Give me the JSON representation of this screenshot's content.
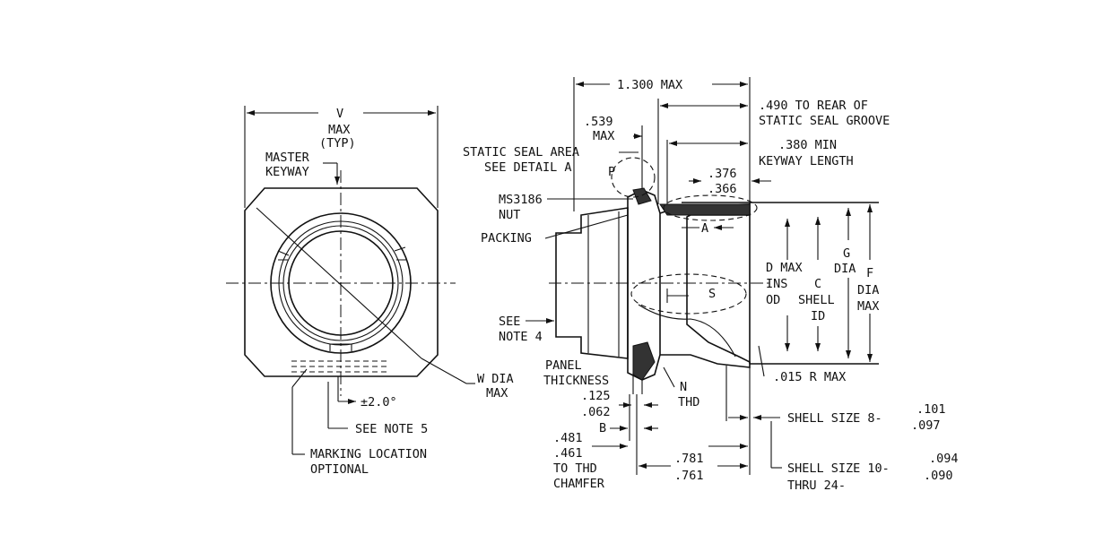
{
  "front_view": {
    "v_label": "V",
    "max_label": "MAX",
    "typ_label": "(TYP)",
    "master_label": "MASTER",
    "keyway_label": "KEYWAY",
    "w_dia_label": "W DIA",
    "w_max_label": "MAX",
    "angle_label": "±2.0°",
    "see_note5_label": "SEE NOTE 5",
    "marking_label": "MARKING LOCATION",
    "optional_label": "OPTIONAL"
  },
  "side_view": {
    "dim_1300": "1.300 MAX",
    "dim_490_a": ".490 TO REAR OF",
    "dim_490_b": "STATIC SEAL GROOVE",
    "dim_539": ".539",
    "dim_539_max": "MAX",
    "static_seal_a": "STATIC SEAL AREA",
    "static_seal_b": "SEE DETAIL A",
    "p_label": "P",
    "dim_380_a": ".380 MIN",
    "dim_380_b": "KEYWAY LENGTH",
    "dim_376": ".376",
    "dim_366": ".366",
    "ms3186_a": "MS3186",
    "ms3186_b": "NUT",
    "packing": "PACKING",
    "a_label": "A",
    "d_max": "D MAX",
    "ins": "INS",
    "od": "OD",
    "c_label": "C",
    "shell": "SHELL",
    "id": "ID",
    "g_label": "G",
    "dia_g": "DIA",
    "f_label": "F",
    "dia_f": "DIA",
    "max_f": "MAX",
    "s_label": "S",
    "see_note4_a": "SEE",
    "see_note4_b": "NOTE 4",
    "panel_a": "PANEL",
    "panel_b": "THICKNESS",
    "dim_125": ".125",
    "dim_062": ".062",
    "b_label": "B",
    "n_label": "N",
    "thd": "THD",
    "radius_015": ".015 R MAX",
    "shell8": "SHELL SIZE 8-",
    "shell8_up": ".101",
    "shell8_dn": ".097",
    "dim_481": ".481",
    "dim_461": ".461",
    "to_thd": "TO THD",
    "chamfer": "CHAMFER",
    "dim_781": ".781",
    "dim_761": ".761",
    "shell10": "SHELL SIZE 10-",
    "shell10_up": ".094",
    "shell10_dn": ".090",
    "thru24": "THRU 24-"
  }
}
